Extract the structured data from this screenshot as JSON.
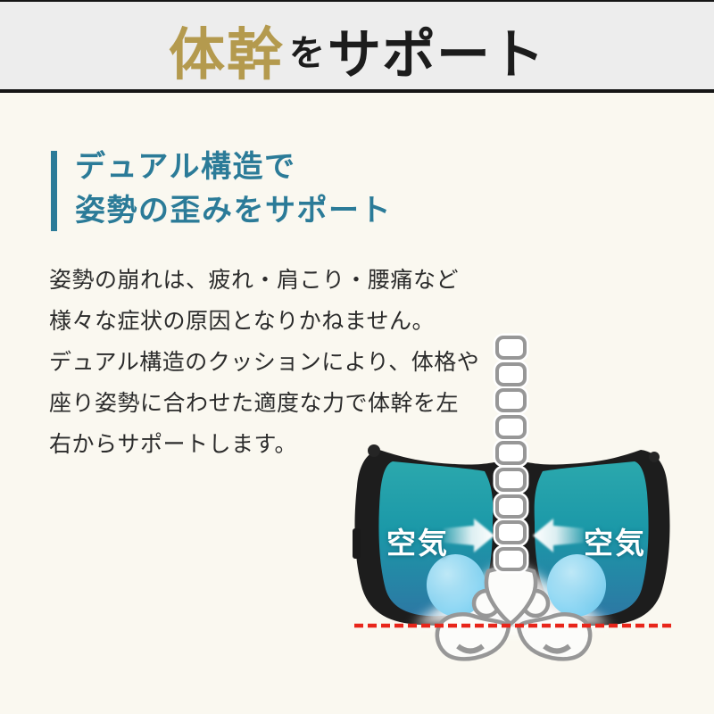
{
  "header": {
    "title_main": "体幹",
    "title_particle": "を",
    "title_suffix": "サポート"
  },
  "section": {
    "heading_line1": "デュアル構造で",
    "heading_line2": "姿勢の歪みをサポート",
    "body_lines": [
      "姿勢の崩れは、疲れ・肩こり・腰痛など",
      "様々な症状の原因となりかねません。",
      "デュアル構造のクッションにより、体格や",
      "座り姿勢に合わせた適度な力で体幹を左",
      "右からサポートします。"
    ]
  },
  "illustration": {
    "air_label_left": "空気",
    "air_label_right": "空気"
  },
  "colors": {
    "title_gold": "#b49a4e",
    "title_black": "#1c1c1c",
    "heading_teal": "#2b7b98",
    "cushion_black": "#1d1d1d",
    "chamber_top": "#2ba8ad",
    "chamber_mid": "#1b98a8",
    "chamber_bottom": "#2d78a4",
    "blob_light": "#c6edfb",
    "blob_dark": "#6ecbf0",
    "bone_stroke": "#979797",
    "bone_fill": "#fcfcfa",
    "baseline_red": "#e8251a"
  }
}
